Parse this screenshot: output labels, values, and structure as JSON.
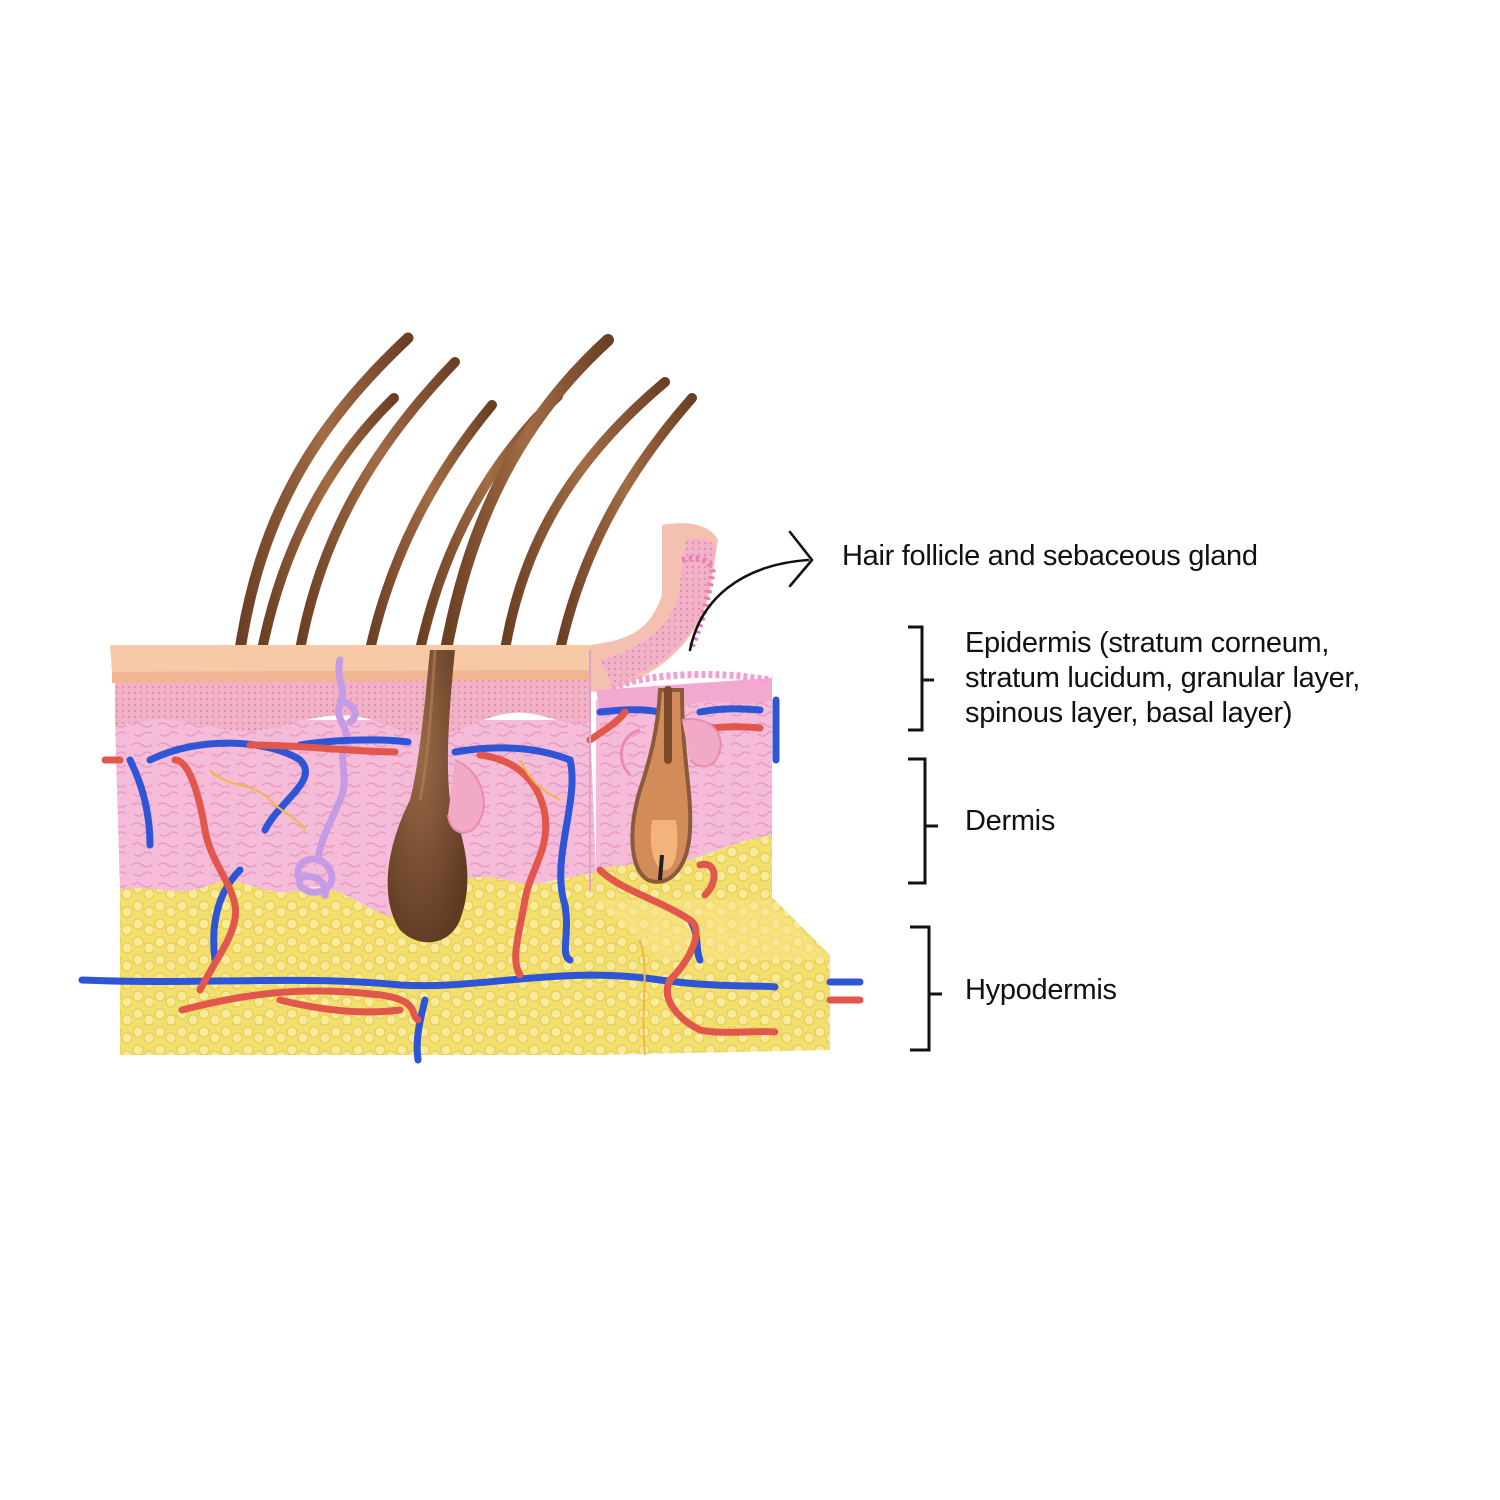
{
  "labels": {
    "hair_follicle": "Hair follicle and sebaceous gland",
    "epidermis": {
      "line1": "Epidermis (stratum corneum,",
      "line2": "stratum lucidum, granular layer,",
      "line3": "spinous layer, basal layer)"
    },
    "dermis": "Dermis",
    "hypodermis": "Hypodermis"
  },
  "colors": {
    "epidermis_top": "#f7c9a7",
    "dermis_pink": "#f3b5d3",
    "hypodermis_yellow": "#f4e27a",
    "hair_brown": "#8a5a3a",
    "artery_red": "#e2574c",
    "vein_blue": "#2e55d6",
    "nerve_purple": "#c49be8",
    "bracket_black": "#111111"
  }
}
